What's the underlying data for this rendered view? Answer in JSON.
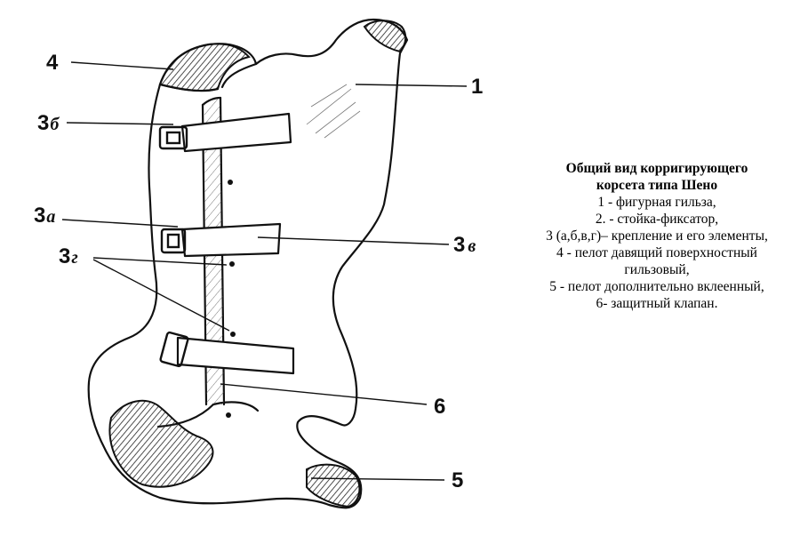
{
  "callouts": [
    {
      "num": "4",
      "letter": ""
    },
    {
      "num": "3",
      "letter": "б"
    },
    {
      "num": "1",
      "letter": ""
    },
    {
      "num": "3",
      "letter": "а"
    },
    {
      "num": "3",
      "letter": "в"
    },
    {
      "num": "3",
      "letter": "г"
    },
    {
      "num": "6",
      "letter": ""
    },
    {
      "num": "5",
      "letter": ""
    }
  ],
  "caption": {
    "title_lines": [
      "Общий вид корригирующего",
      "корсета типа Шено"
    ],
    "items": [
      "1 - фигурная гильза,",
      "2. - стойка-фиксатор,",
      "3 (а,б,в,г)– крепление и его элементы,",
      "4 - пелот давящий поверхностный",
      "гильзовый,",
      "5 - пелот дополнительно вклеенный,",
      "6- защитный клапан."
    ]
  }
}
